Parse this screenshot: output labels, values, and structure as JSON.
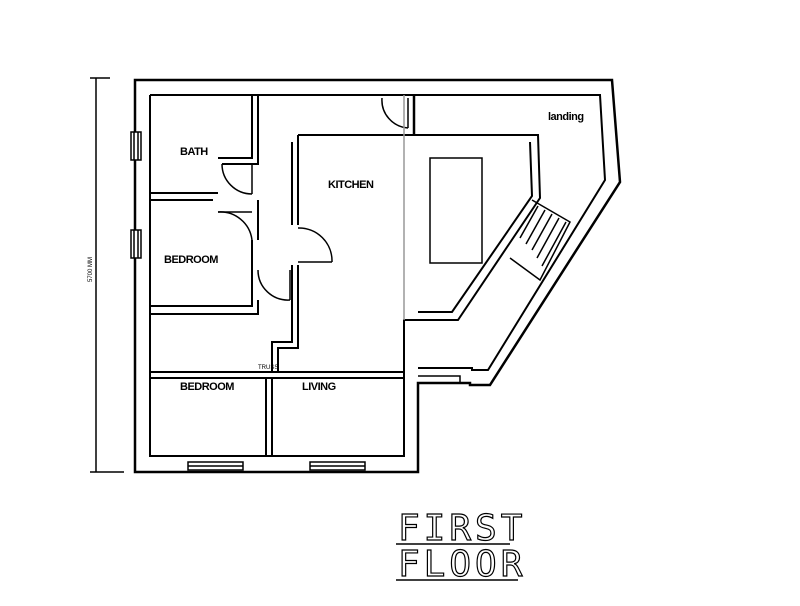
{
  "title": {
    "line1": "FIRST",
    "line2": "FLOOR"
  },
  "rooms": {
    "bath": "BATH",
    "bedroom_upper": "BEDROOM",
    "kitchen": "KITCHEN",
    "landing": "landing",
    "bedroom_lower": "BEDROOM",
    "living": "LIVING"
  },
  "dimensions": {
    "vertical": "5700 MM",
    "small_note": "TRUSS"
  }
}
